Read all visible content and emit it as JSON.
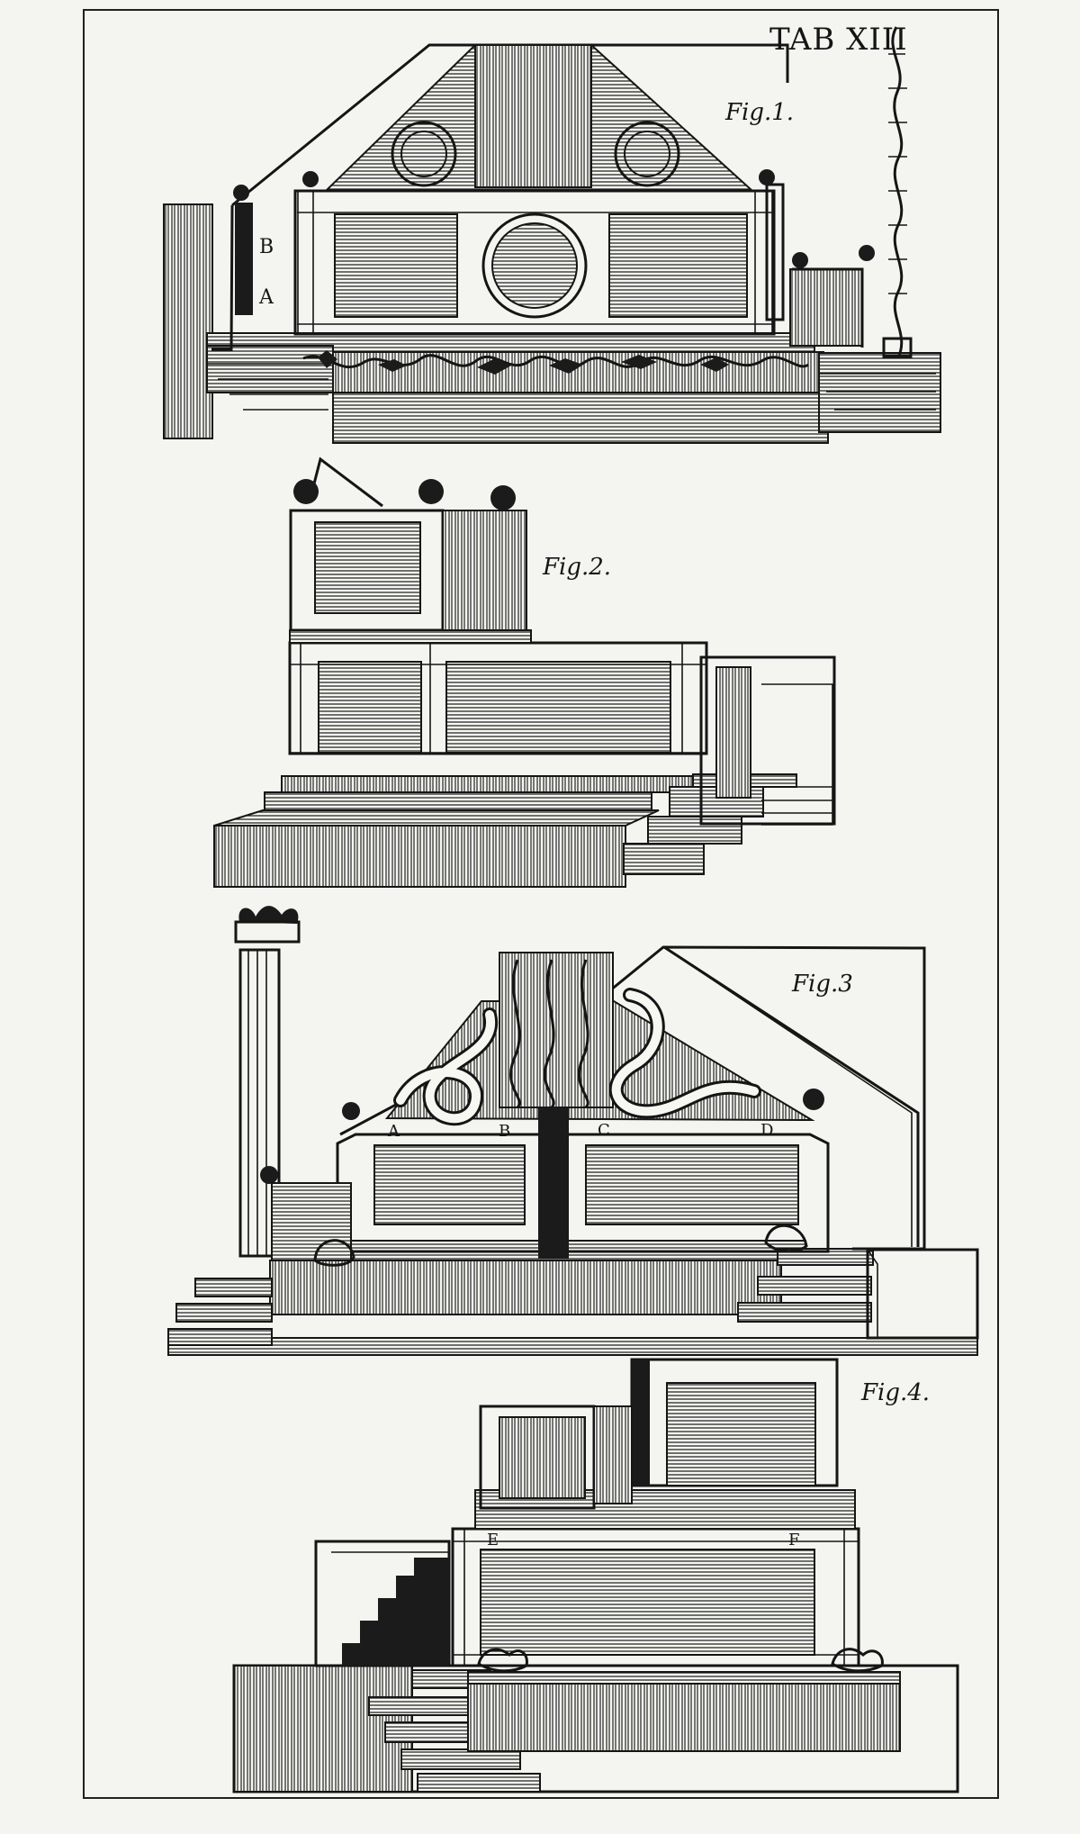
{
  "plate": {
    "label": "TAB XIII"
  },
  "figures": [
    {
      "id": "fig1",
      "label": "Fig.1.",
      "letters": [
        "B",
        "A"
      ]
    },
    {
      "id": "fig2",
      "label": "Fig.2."
    },
    {
      "id": "fig3",
      "label": "Fig.3",
      "letters": [
        "A",
        "B",
        "C",
        "D"
      ]
    },
    {
      "id": "fig4",
      "label": "Fig.4.",
      "letters": [
        "E",
        "F"
      ]
    }
  ]
}
